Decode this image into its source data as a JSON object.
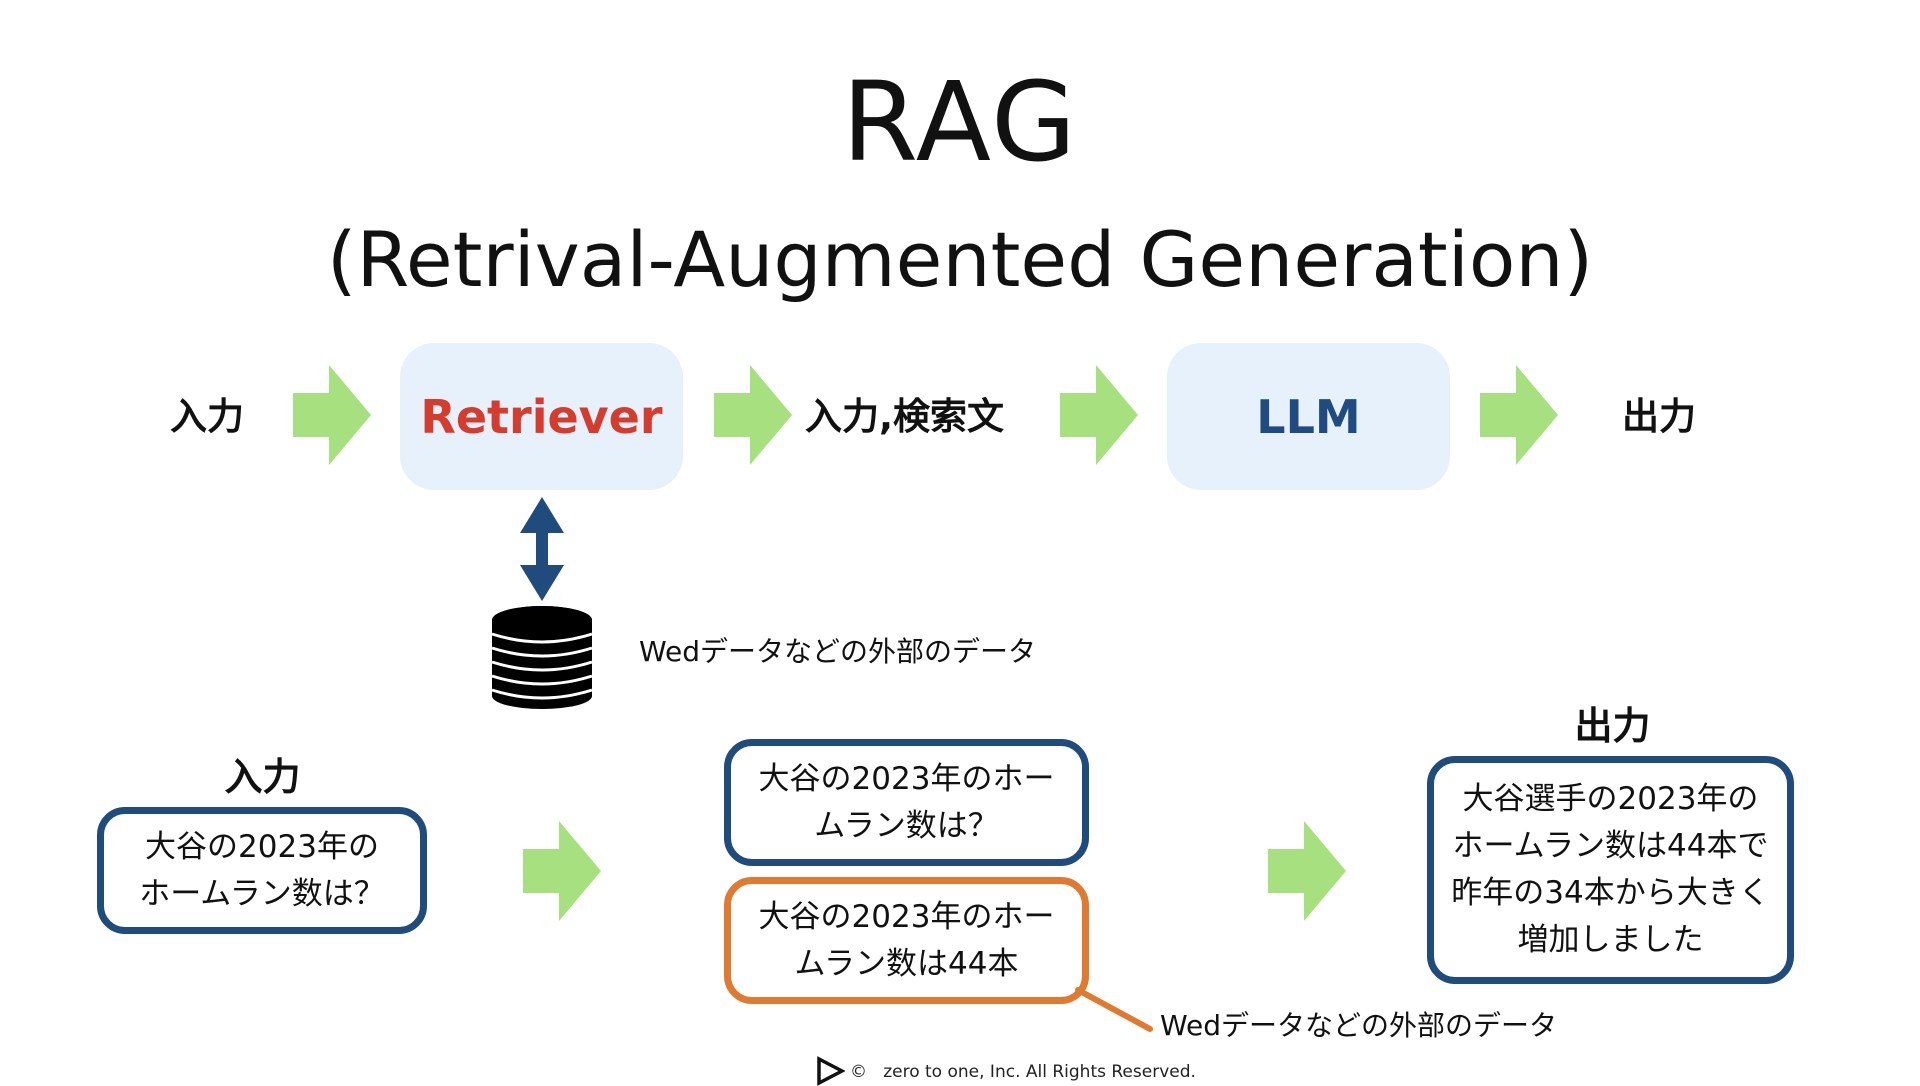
{
  "title": "RAG",
  "subtitle": "(Retrival-Augmented Generation)",
  "flow": {
    "input_label": "入力",
    "retriever_label": "Retriever",
    "middle_label": "入力,検索文",
    "llm_label": "LLM",
    "output_label": "出力",
    "db_caption": "Wedデータなどの外部のデータ"
  },
  "example": {
    "input_title": "入力",
    "input_lines": [
      "大谷の2023年の",
      "ホームラン数は？"
    ],
    "query_lines": [
      "大谷の2023年のホー",
      "ムラン数は？"
    ],
    "retrieved_lines": [
      "大谷の2023年のホー",
      "ムラン数は44本"
    ],
    "retrieved_caption": "Wedデータなどの外部のデータ",
    "output_title": "出力",
    "output_lines": [
      "大谷選手の2023年の",
      "ホームラン数は44本で",
      "昨年の34本から大きく",
      "増加しました"
    ]
  },
  "footer": {
    "copyright_symbol": "©",
    "text": "zero to one, Inc. All Rights Reserved."
  },
  "colors": {
    "arrow_green": "#a6e07f",
    "box_fill": "#e6f1fc",
    "retriever_red": "#d63c2e",
    "llm_blue": "#1f4b80",
    "navy_border": "#1f4b7d",
    "orange_border": "#e07a30",
    "double_arrow": "#1f4b7d"
  },
  "icons": [
    "right-arrow-icon",
    "double-headed-arrow-icon",
    "database-icon",
    "play-logo-icon"
  ]
}
